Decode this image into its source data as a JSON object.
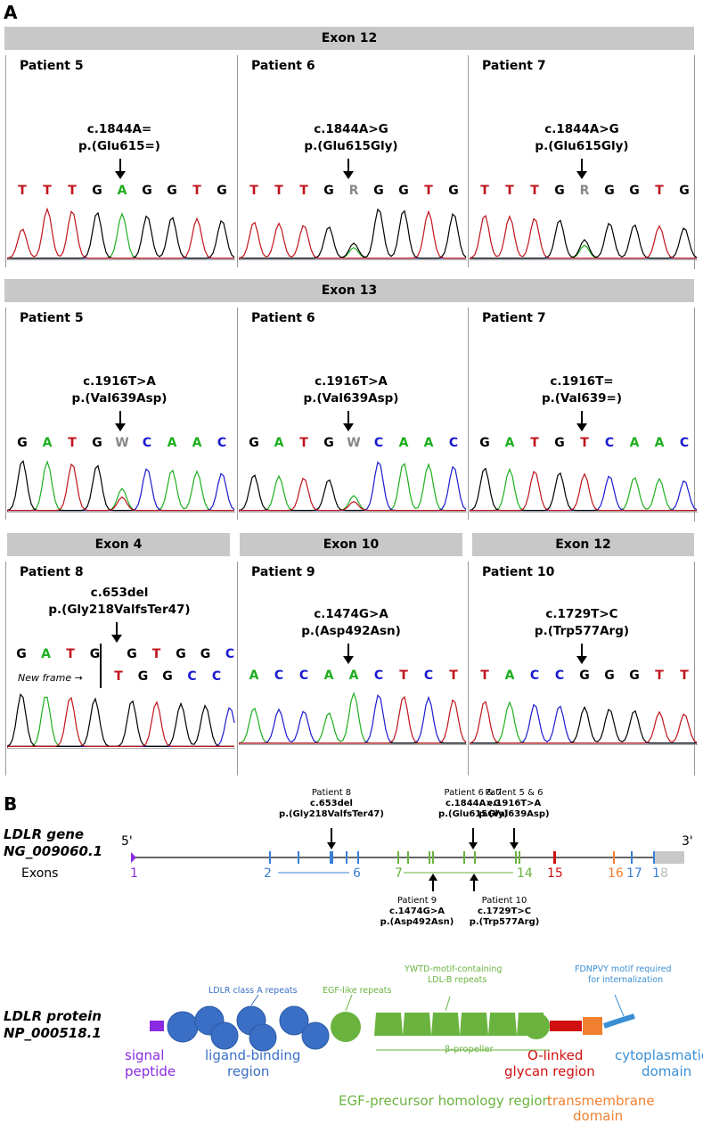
{
  "panel_a_label": "A",
  "panel_b_label": "B",
  "colors": {
    "A": "#1fae1f",
    "C": "#1a1ad0",
    "G": "#000000",
    "T": "#c0141c",
    "amb": "#888888"
  },
  "exon_rows": [
    {
      "header": "Exon 12"
    },
    {
      "header": "Exon 13"
    }
  ],
  "row3_headers": [
    "Exon 4",
    "Exon 10",
    "Exon 12"
  ],
  "cells": [
    {
      "patient": "Patient 5",
      "mut1": "c.1844A=",
      "mut2": "p.(Glu615=)",
      "seq": [
        "T",
        "T",
        "T",
        "G",
        "A",
        "G",
        "G",
        "T",
        "G"
      ]
    },
    {
      "patient": "Patient 6",
      "mut1": "c.1844A>G",
      "mut2": "p.(Glu615Gly)",
      "seq": [
        "T",
        "T",
        "T",
        "G",
        "R",
        "G",
        "G",
        "T",
        "G"
      ]
    },
    {
      "patient": "Patient 7",
      "mut1": "c.1844A>G",
      "mut2": "p.(Glu615Gly)",
      "seq": [
        "T",
        "T",
        "T",
        "G",
        "R",
        "G",
        "G",
        "T",
        "G"
      ]
    },
    {
      "patient": "Patient 5",
      "mut1": "c.1916T>A",
      "mut2": "p.(Val639Asp)",
      "seq": [
        "G",
        "A",
        "T",
        "G",
        "W",
        "C",
        "A",
        "A",
        "C"
      ]
    },
    {
      "patient": "Patient 6",
      "mut1": "c.1916T>A",
      "mut2": "p.(Val639Asp)",
      "seq": [
        "G",
        "A",
        "T",
        "G",
        "W",
        "C",
        "A",
        "A",
        "C"
      ]
    },
    {
      "patient": "Patient 7",
      "mut1": "c.1916T=",
      "mut2": "p.(Val639=)",
      "seq": [
        "G",
        "A",
        "T",
        "G",
        "T",
        "C",
        "A",
        "A",
        "C"
      ]
    },
    {
      "patient": "Patient 8",
      "mut1": "c.653del",
      "mut2": "p.(Gly218ValfsTer47)",
      "seq": [
        "G",
        "A",
        "T",
        "G",
        "G",
        "T",
        "G",
        "G",
        "C"
      ],
      "seq2": [
        "T",
        "G",
        "G",
        "C",
        "C"
      ],
      "new_frame": "New frame →"
    },
    {
      "patient": "Patient 9",
      "mut1": "c.1474G>A",
      "mut2": "p.(Asp492Asn)",
      "seq": [
        "A",
        "C",
        "C",
        "A",
        "A",
        "C",
        "T",
        "C",
        "T"
      ]
    },
    {
      "patient": "Patient 10",
      "mut1": "c.1729T>C",
      "mut2": "p.(Trp577Arg)",
      "seq": [
        "T",
        "A",
        "C",
        "C",
        "G",
        "G",
        "G",
        "T",
        "T"
      ]
    }
  ],
  "gene": {
    "title1": "LDLR gene",
    "title2": "NG_009060.1",
    "five": "5'",
    "three": "3'",
    "exons_label": "Exons",
    "exon_numbers": [
      {
        "n": "1",
        "color": "#8a2be2"
      },
      {
        "n": "2",
        "color": "#3a7fd5"
      },
      {
        "n": "6",
        "color": "#3a7fd5"
      },
      {
        "n": "7",
        "color": "#6ab33f"
      },
      {
        "n": "14",
        "color": "#6ab33f"
      },
      {
        "n": "15",
        "color": "#d01010"
      },
      {
        "n": "16",
        "color": "#f08030"
      },
      {
        "n": "17",
        "color": "#3a7fd5"
      },
      {
        "n": "1",
        "color": "#3a7fd5"
      },
      {
        "n": "8",
        "color": "#bbbbbb"
      }
    ],
    "top_ann": [
      {
        "l1": "Patient 8",
        "l2": "c.653del",
        "l3": "p.(Gly218ValfsTer47)"
      },
      {
        "l1": "Patient 6 & 7",
        "l2": "c.1844A>G",
        "l3": "p.(Glu615Gly)"
      },
      {
        "l1": "Patient 5 & 6",
        "l2": "c.1916T>A",
        "l3": "p.(Val639Asp)"
      }
    ],
    "bottom_ann": [
      {
        "l1": "Patient 9",
        "l2": "c.1474G>A",
        "l3": "p.(Asp492Asn)"
      },
      {
        "l1": "Patient 10",
        "l2": "c.1729T>C",
        "l3": "p.(Trp577Arg)"
      }
    ]
  },
  "protein": {
    "title1": "LDLR protein",
    "title2": "NP_000518.1",
    "ann_classA": "LDLR class A repeats",
    "ann_egf": "EGF-like repeats",
    "ann_ywtd1": "YWTD-motif-containing",
    "ann_ywtd2": "LDL-B repeats",
    "ann_fdn1": "FDNPVY motif required",
    "ann_fdn2": "for internalization",
    "beta": "β-propeller",
    "signal1": "signal",
    "signal2": "peptide",
    "lig1": "ligand-binding",
    "lig2": "region",
    "egf_region": "EGF-precursor homology region",
    "olink1": "O-linked",
    "olink2": "glycan region",
    "tm1": "transmembrane",
    "tm2": "domain",
    "cyto1": "cytoplasmatic",
    "cyto2": "domain"
  }
}
